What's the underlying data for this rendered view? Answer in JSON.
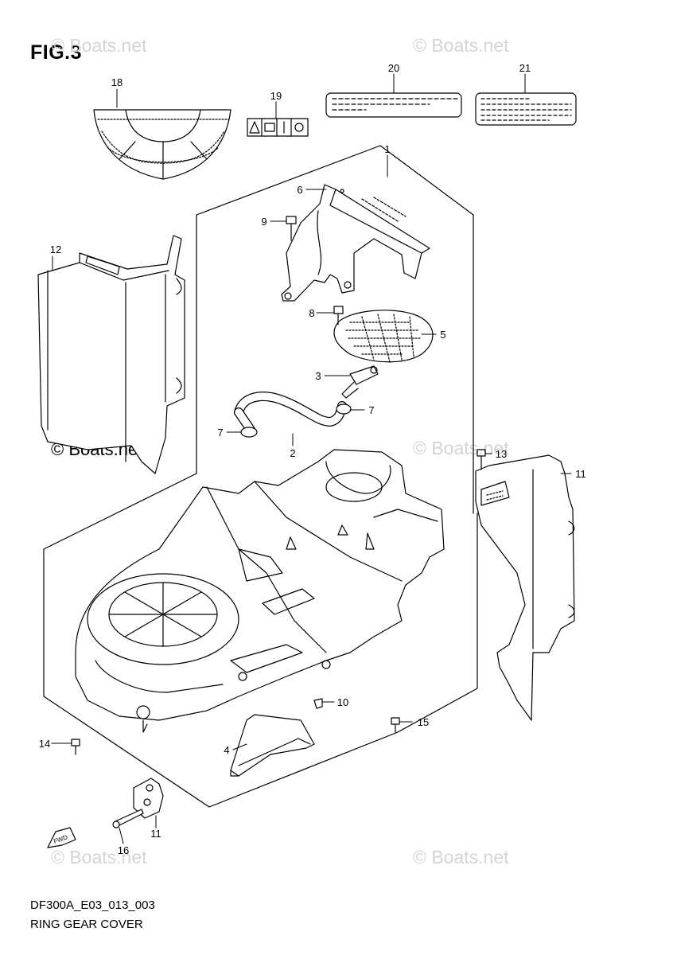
{
  "figure": {
    "title": "FIG.3",
    "code": "DF300A_E03_013_003",
    "name": "RING GEAR COVER"
  },
  "watermark": "© Boats.net",
  "fwd_label": "FWD",
  "callouts": [
    "1",
    "2",
    "3",
    "4",
    "5",
    "6",
    "7",
    "7",
    "8",
    "9",
    "10",
    "11",
    "12",
    "13",
    "14",
    "15",
    "16",
    "17",
    "18",
    "19",
    "20",
    "21"
  ],
  "colors": {
    "line": "#000000",
    "watermark": "#d4d4d4"
  }
}
